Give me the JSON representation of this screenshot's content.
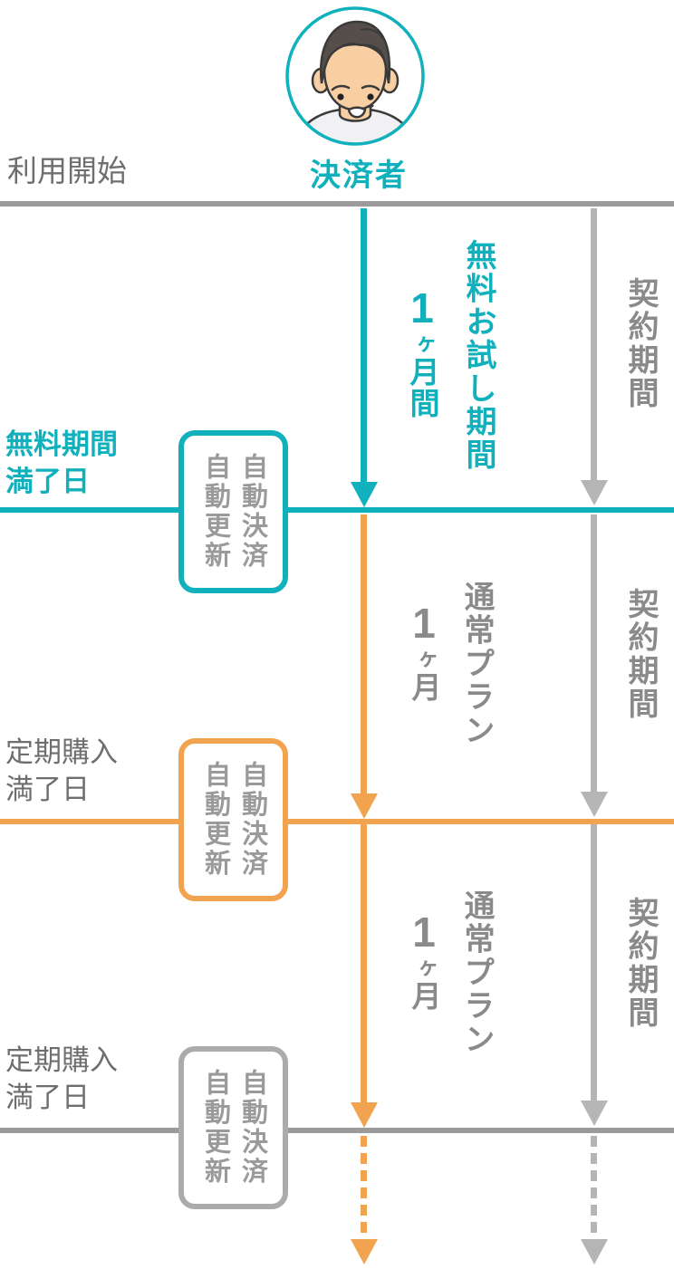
{
  "palette": {
    "teal": "#10B1BC",
    "orange": "#F2A34F",
    "line_gray": "#9B9B9B",
    "arrow_gray": "#B5B5B5",
    "vertical_text_gray": "#8A8A8A",
    "label_gray": "#6E6E6E",
    "box_border_gray": "#ABABAB",
    "box_text_gray": "#9A9A9A"
  },
  "header": {
    "start_label": "利用開始",
    "persona_label": "決済者"
  },
  "sections": [
    {
      "period_label": "無料お試し期間",
      "duration": {
        "num": "1",
        "unit_small": "ヶ",
        "unit_rest": "月間"
      },
      "contract_label": "契約期間"
    },
    {
      "period_label": "通常プラン",
      "duration": {
        "num": "1",
        "unit_small": "ヶ",
        "unit_rest": "月"
      },
      "contract_label": "契約期間"
    },
    {
      "period_label": "通常プラン",
      "duration": {
        "num": "1",
        "unit_small": "ヶ",
        "unit_rest": "月"
      },
      "contract_label": "契約期間"
    }
  ],
  "milestones": [
    {
      "lines": [
        "無料期間",
        "満了日"
      ]
    },
    {
      "lines": [
        "定期購入",
        "満了日"
      ]
    },
    {
      "lines": [
        "定期購入",
        "満了日"
      ]
    }
  ],
  "renewal_boxes": [
    {
      "right_column": "自動決済",
      "left_column": "自動更新"
    },
    {
      "right_column": "自動決済",
      "left_column": "自動更新"
    },
    {
      "right_column": "自動決済",
      "left_column": "自動更新"
    }
  ]
}
